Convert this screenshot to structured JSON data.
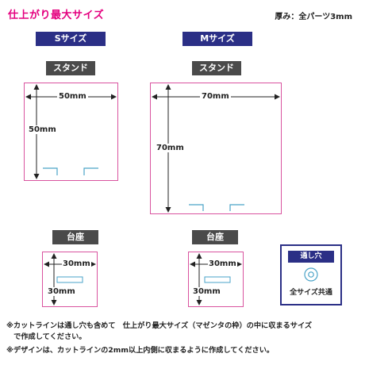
{
  "title": "仕上がり最大サイズ",
  "thickness": "厚み：全パーツ3mm",
  "s_size": {
    "header": "Sサイズ",
    "stand": {
      "label": "スタンド",
      "width": "50mm",
      "height": "50mm"
    },
    "base": {
      "label": "台座",
      "width": "30mm",
      "height": "30mm"
    }
  },
  "m_size": {
    "header": "Mサイズ",
    "stand": {
      "label": "スタンド",
      "width": "70mm",
      "height": "70mm"
    },
    "base": {
      "label": "台座",
      "width": "30mm",
      "height": "30mm"
    }
  },
  "through_hole": {
    "label": "通し穴",
    "caption": "全サイズ共通"
  },
  "notes": [
    "※カットラインは通し穴も含めて　仕上がり最大サイズ（マゼンタの枠）の中に収まるサイズ",
    "　で作成してください。",
    "※デザインは、カットラインの2mm以上内側に収まるように作成してください。"
  ],
  "colors": {
    "magenta": "#e4007f",
    "frame": "#d9539f",
    "navy": "#2b2f86",
    "label_gray": "#4a4a4a",
    "slot": "#4aa3c8"
  }
}
